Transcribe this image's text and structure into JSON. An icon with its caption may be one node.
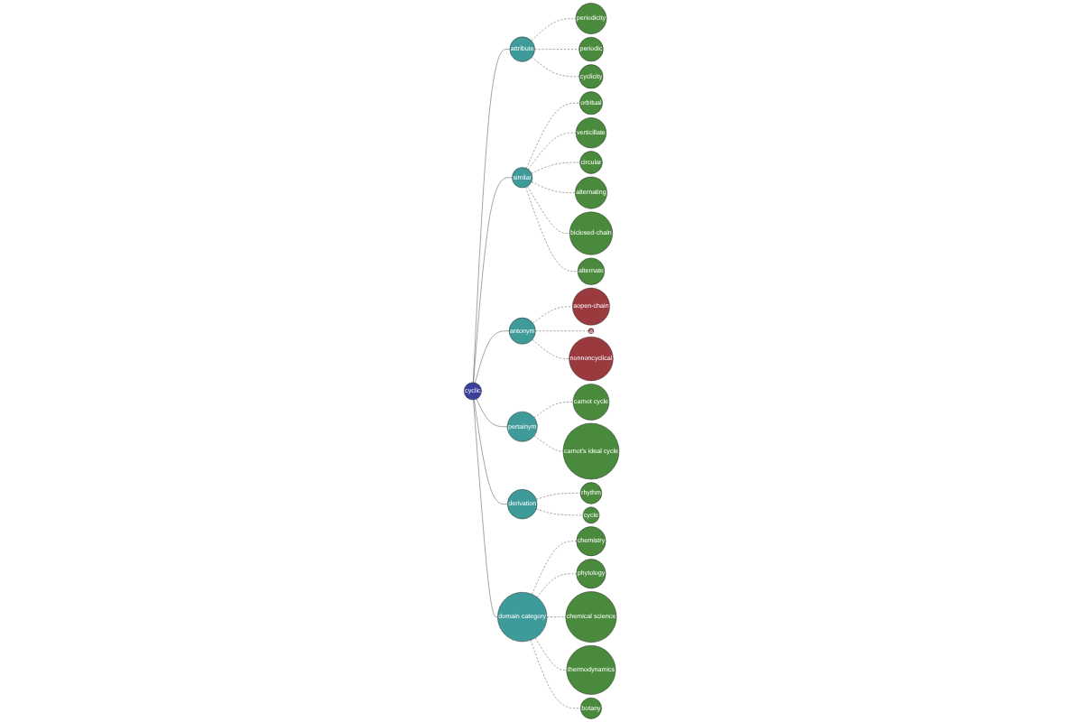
{
  "diagram": {
    "nodes": [
      {
        "text": [
          "cyclic"
        ]
      },
      {
        "text": [
          "attribute"
        ]
      },
      {
        "text": [
          "similar"
        ]
      },
      {
        "text": [
          "antonym"
        ]
      },
      {
        "text": [
          "pertainym"
        ]
      },
      {
        "text": [
          "derivation"
        ]
      },
      {
        "text": [
          "domain category"
        ]
      },
      {
        "text": [
          "periodicity"
        ]
      },
      {
        "text": [
          "periodic"
        ]
      },
      {
        "text": [
          "cyclicity"
        ]
      },
      {
        "text": [
          "orbitual"
        ]
      },
      {
        "text": [
          "verticillate"
        ]
      },
      {
        "text": [
          "circular"
        ]
      },
      {
        "text": [
          "alternating"
        ]
      },
      {
        "text": [
          "biclosed-chain"
        ]
      },
      {
        "text": [
          "alternate"
        ]
      },
      {
        "text": [
          "aopen-chain"
        ]
      },
      {
        "text": [
          "a"
        ]
      },
      {
        "text": [
          "nonnoncyclical"
        ]
      },
      {
        "text": [
          "carnot cycle"
        ]
      },
      {
        "text": [
          "carnot's ideal cycle"
        ]
      },
      {
        "text": [
          "rhythm"
        ]
      },
      {
        "text": [
          "cycle"
        ]
      },
      {
        "text": [
          "chemistry"
        ]
      },
      {
        "text": [
          "phytology"
        ]
      },
      {
        "text": [
          "chemical science"
        ]
      },
      {
        "text": [
          "thermodynamics"
        ]
      },
      {
        "text": [
          "botany"
        ]
      }
    ],
    "edges": [
      {
        "from": 0,
        "to": 1,
        "arrow": "none"
      },
      {
        "from": 0,
        "to": 2,
        "arrow": "none"
      },
      {
        "from": 0,
        "to": 3,
        "arrow": "none"
      },
      {
        "from": 0,
        "to": 4,
        "arrow": "none"
      },
      {
        "from": 0,
        "to": 5,
        "arrow": "none"
      },
      {
        "from": 0,
        "to": 6,
        "arrow": "none"
      },
      {
        "from": 1,
        "to": 7,
        "arrow": "none",
        "style": "dashed"
      },
      {
        "from": 1,
        "to": 8,
        "arrow": "none",
        "style": "dashed"
      },
      {
        "from": 1,
        "to": 9,
        "arrow": "none",
        "style": "dashed"
      },
      {
        "from": 2,
        "to": 10,
        "arrow": "none",
        "style": "dashed"
      },
      {
        "from": 2,
        "to": 11,
        "arrow": "none",
        "style": "dashed"
      },
      {
        "from": 2,
        "to": 12,
        "arrow": "none",
        "style": "dashed"
      },
      {
        "from": 2,
        "to": 13,
        "arrow": "none",
        "style": "dashed"
      },
      {
        "from": 2,
        "to": 14,
        "arrow": "none",
        "style": "dashed"
      },
      {
        "from": 2,
        "to": 15,
        "arrow": "none",
        "style": "dashed"
      },
      {
        "from": 3,
        "to": 16,
        "arrow": "none",
        "style": "dashed"
      },
      {
        "from": 3,
        "to": 17,
        "arrow": "none",
        "style": "dashed"
      },
      {
        "from": 3,
        "to": 18,
        "arrow": "none",
        "style": "dashed"
      },
      {
        "from": 4,
        "to": 19,
        "arrow": "none",
        "style": "dashed"
      },
      {
        "from": 4,
        "to": 20,
        "arrow": "none",
        "style": "dashed"
      },
      {
        "from": 5,
        "to": 21,
        "arrow": "none",
        "style": "dashed"
      },
      {
        "from": 5,
        "to": 22,
        "arrow": "none",
        "style": "dashed"
      },
      {
        "from": 6,
        "to": 23,
        "arrow": "none",
        "style": "dashed"
      },
      {
        "from": 6,
        "to": 24,
        "arrow": "none",
        "style": "dashed"
      },
      {
        "from": 6,
        "to": 25,
        "arrow": "none",
        "style": "dashed"
      },
      {
        "from": 6,
        "to": 26,
        "arrow": "none",
        "style": "dashed"
      },
      {
        "from": 6,
        "to": 27,
        "arrow": "none",
        "style": "dashed"
      }
    ]
  }
}
